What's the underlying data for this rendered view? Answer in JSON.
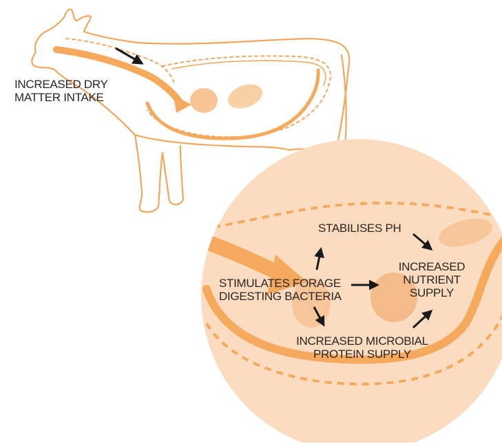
{
  "colors": {
    "outline": "#f2a65a",
    "dash": "#f5a95c",
    "circle_fill": "#fbdcc0",
    "text": "#2a2522",
    "arrow": "#1a1a1a"
  },
  "labels": {
    "dry_matter_line1": "INCREASED DRY",
    "dry_matter_line2": "MATTER INTAKE",
    "stabilises_ph": "STABILISES PH",
    "stimulates_line1": "STIMULATES FORAGE",
    "stimulates_line2": "DIGESTING BACTERIA",
    "nutrient_line1": "INCREASED",
    "nutrient_line2": "NUTRIENT",
    "nutrient_line3": "SUPPLY",
    "microbial_line1": "INCREASED MICROBIAL",
    "microbial_line2": "PROTEIN SUPPLY"
  }
}
